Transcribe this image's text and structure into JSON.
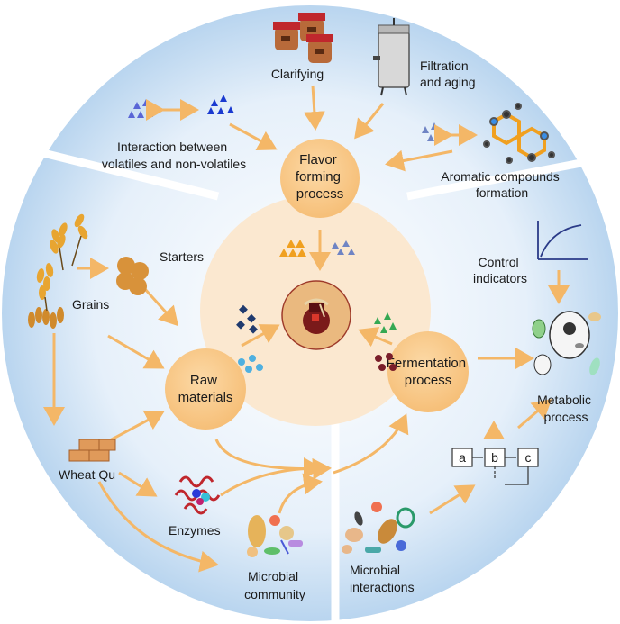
{
  "nodes": {
    "flavor": [
      "Flavor",
      "forming",
      "process"
    ],
    "raw": [
      "Raw",
      "materials"
    ],
    "fermentation": [
      "Fermentation",
      "process"
    ]
  },
  "labels": {
    "clarifying": "Clarifying",
    "filtration": [
      "Filtration",
      "and aging"
    ],
    "interaction": [
      "Interaction between",
      "volatiles and non-volatiles"
    ],
    "aromatic": [
      "Aromatic compounds",
      "formation"
    ],
    "starters": "Starters",
    "grains": "Grains",
    "wheat_qu": "Wheat Qu",
    "enzymes": "Enzymes",
    "microbial_community": [
      "Microbial",
      "community"
    ],
    "microbial_interactions": [
      "Microbial",
      "interactions"
    ],
    "control_indicators": [
      "Control",
      "indicators"
    ],
    "metabolic": [
      "Metabolic",
      "process"
    ],
    "pathway": [
      "a",
      "b",
      "c"
    ]
  },
  "icons": {
    "jar": "clay-jar-icon",
    "barrels": "wine-jars-icon",
    "tank": "steel-tank-icon",
    "molecule": "molecule-icon",
    "wheat": "wheat-icon",
    "qu": "wheat-qu-bricks-icon",
    "enzyme": "enzyme-protein-icon",
    "microbes": "microbes-icon",
    "cell": "cell-icon",
    "curve": "growth-curve-icon"
  },
  "colors": {
    "outer_circle": "#cfe2f4",
    "inner_disk": "#fbe8d0",
    "node_fill": "#f8c98a",
    "arrow": "#f4b767",
    "blue_triangle": "#3a4fd6",
    "orange_triangle": "#f0a020",
    "green_triangle": "#34a853",
    "navy_diamond": "#1f3a6e",
    "cyan_dot": "#4fb0e0",
    "maroon_dot": "#7a1e2a"
  }
}
